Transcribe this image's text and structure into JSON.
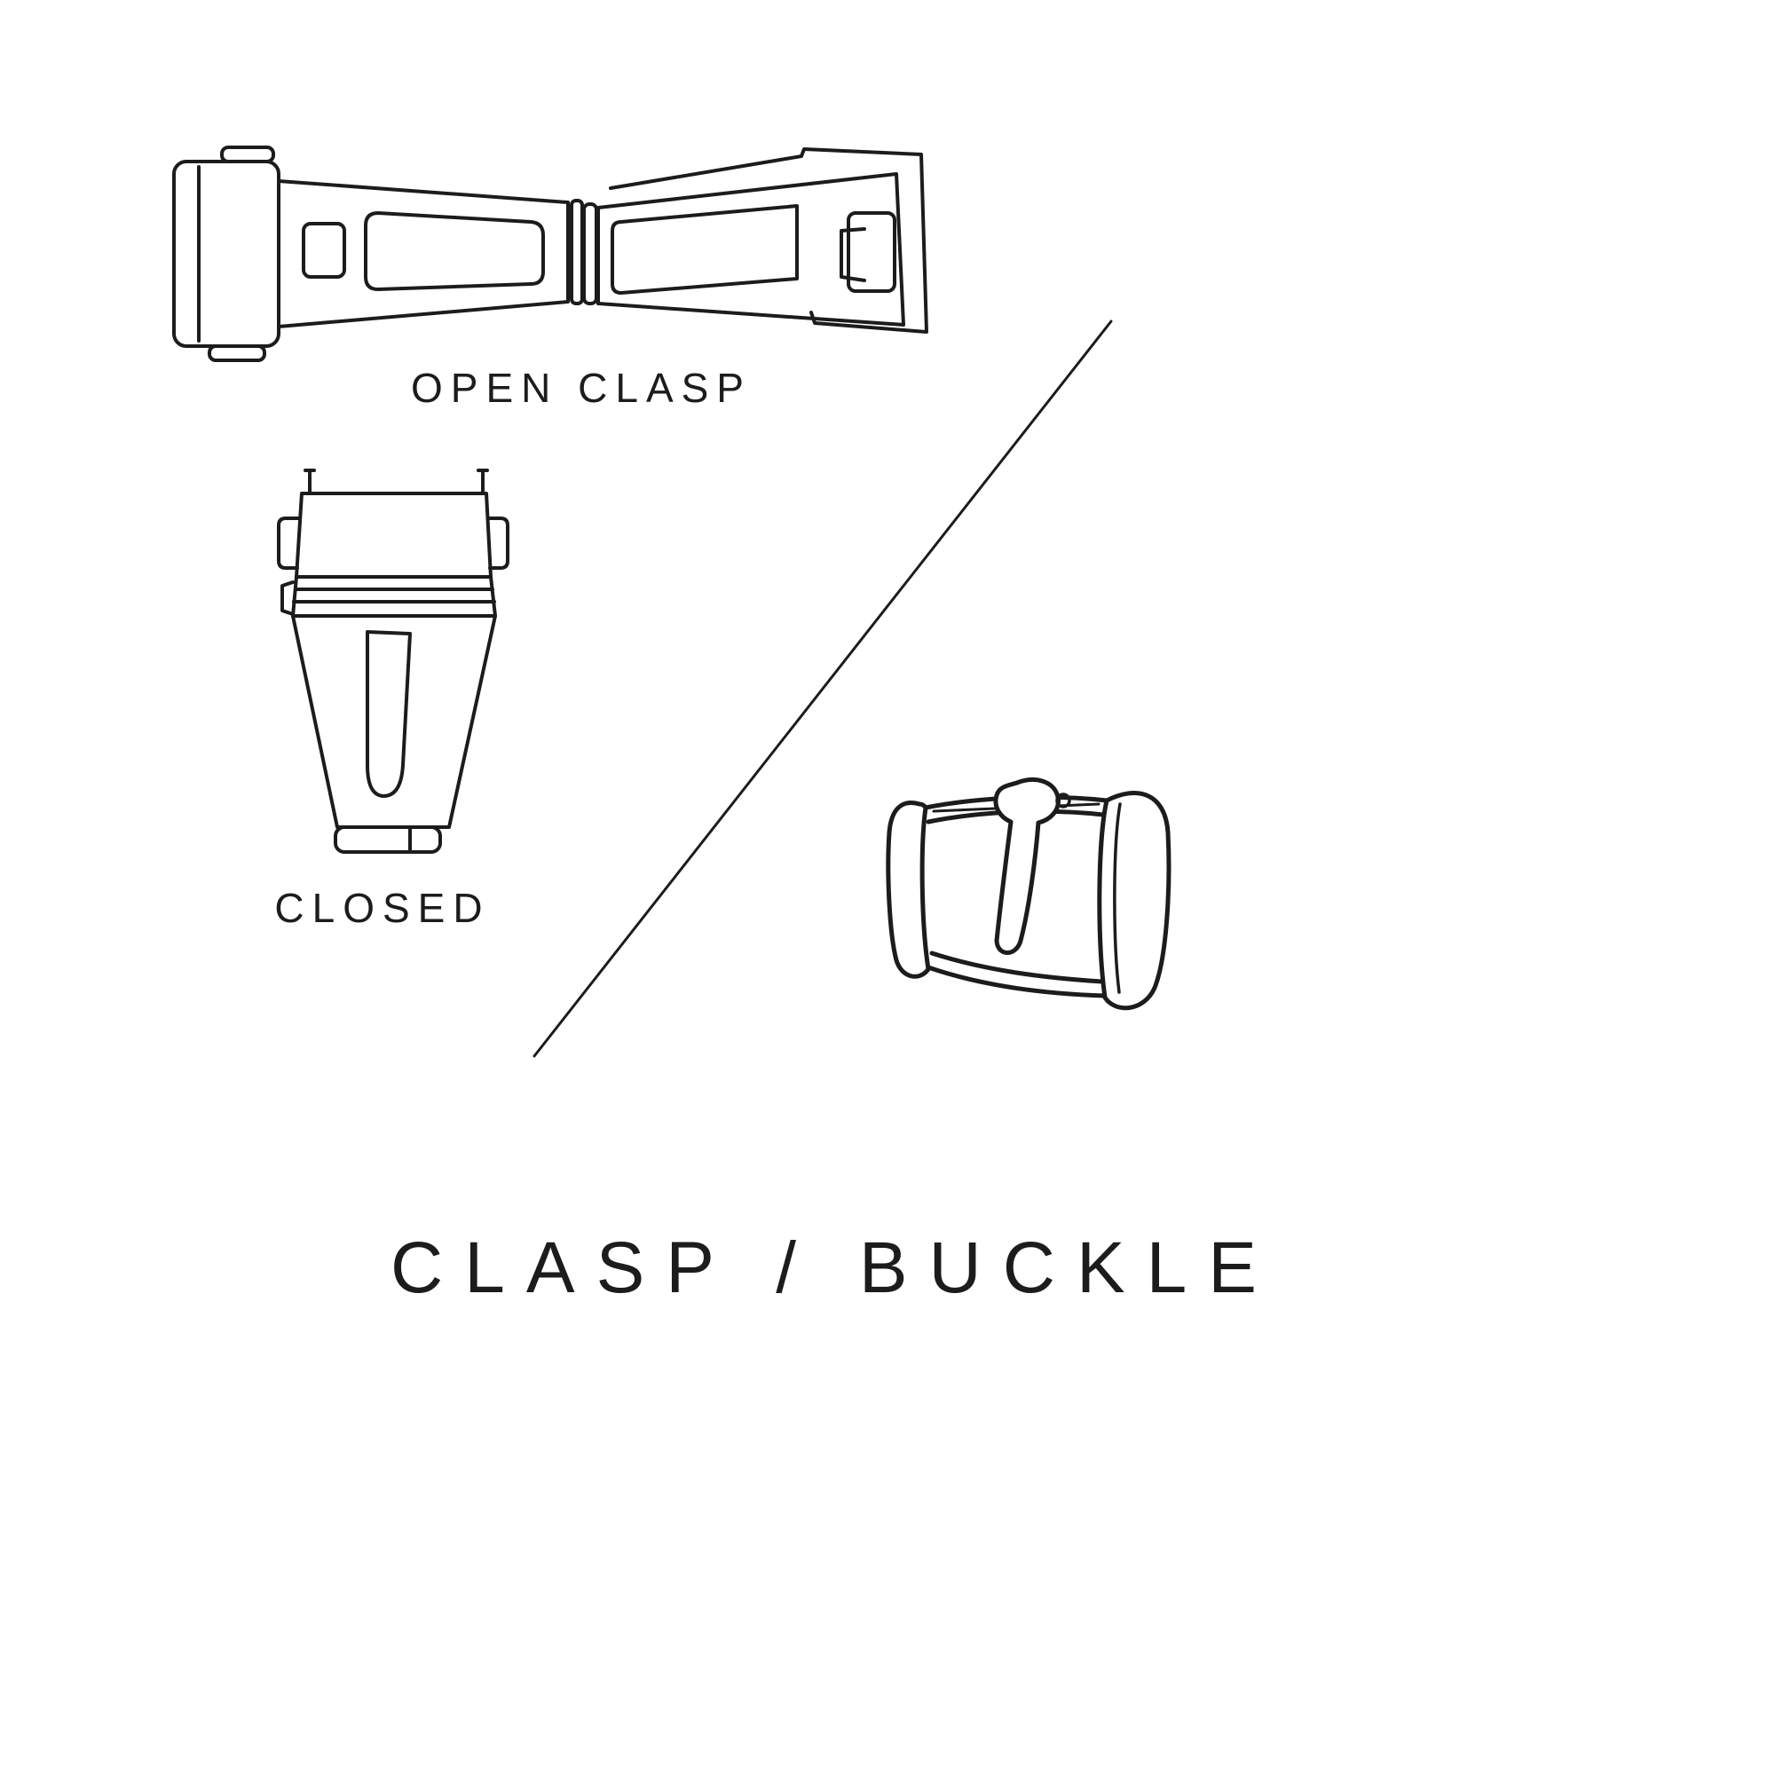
{
  "colors": {
    "ink": "#1c1c1c",
    "background": "#ffffff"
  },
  "captions": {
    "open_clasp": "OPEN CLASP",
    "closed_clasp": "CLOSED"
  },
  "title": "CLASP / BUCKLE",
  "figures": {
    "open_clasp": {
      "icon": "open-clasp-illustration"
    },
    "closed_clasp": {
      "icon": "closed-clasp-illustration"
    },
    "buckle": {
      "icon": "buckle-illustration"
    },
    "divider": {
      "icon": "diagonal-divider-line"
    }
  }
}
